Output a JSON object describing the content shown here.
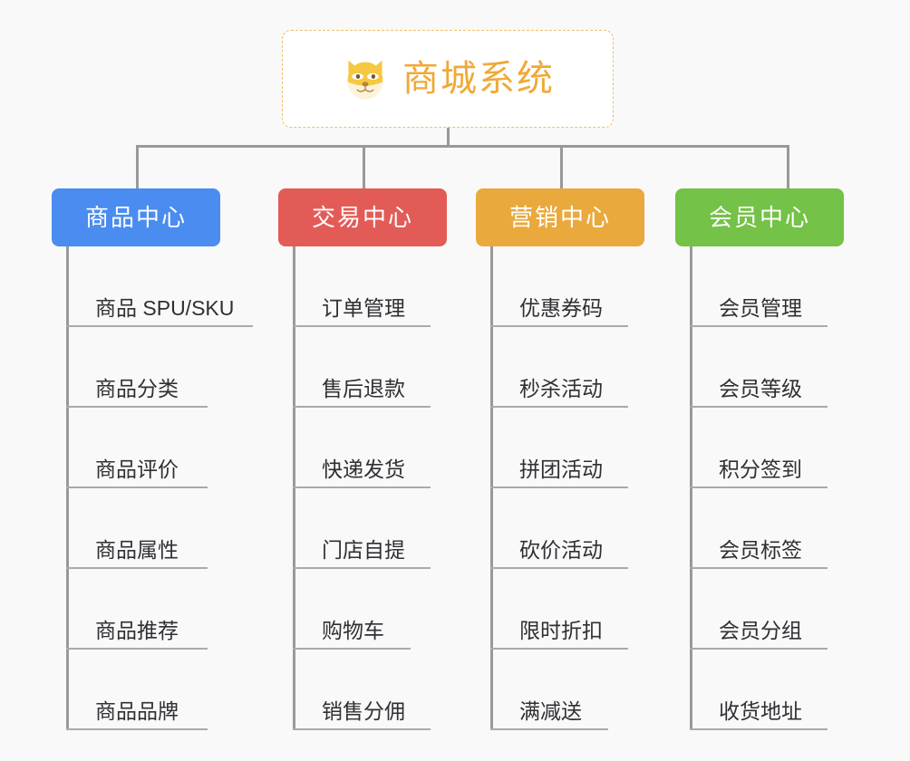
{
  "diagram": {
    "title": "商城系统",
    "root": {
      "label": "商城系统",
      "icon": "shiba-dog-emoji",
      "text_color": "#f0a937",
      "border_color": "#efc06a",
      "background": "#ffffff"
    },
    "background": "#f9f9f9",
    "connector_color": "#999999",
    "columns": [
      {
        "label": "商品中心",
        "color": "#4a8cf0",
        "items": [
          "商品 SPU/SKU",
          "商品分类",
          "商品评价",
          "商品属性",
          "商品推荐",
          "商品品牌"
        ]
      },
      {
        "label": "交易中心",
        "color": "#e35b57",
        "items": [
          "订单管理",
          "售后退款",
          "快递发货",
          "门店自提",
          "购物车",
          "销售分佣"
        ]
      },
      {
        "label": "营销中心",
        "color": "#eaa93c",
        "items": [
          "优惠券码",
          "秒杀活动",
          "拼团活动",
          "砍价活动",
          "限时折扣",
          "满减送"
        ]
      },
      {
        "label": "会员中心",
        "color": "#74c247",
        "items": [
          "会员管理",
          "会员等级",
          "积分签到",
          "会员标签",
          "会员分组",
          "收货地址"
        ]
      }
    ]
  }
}
